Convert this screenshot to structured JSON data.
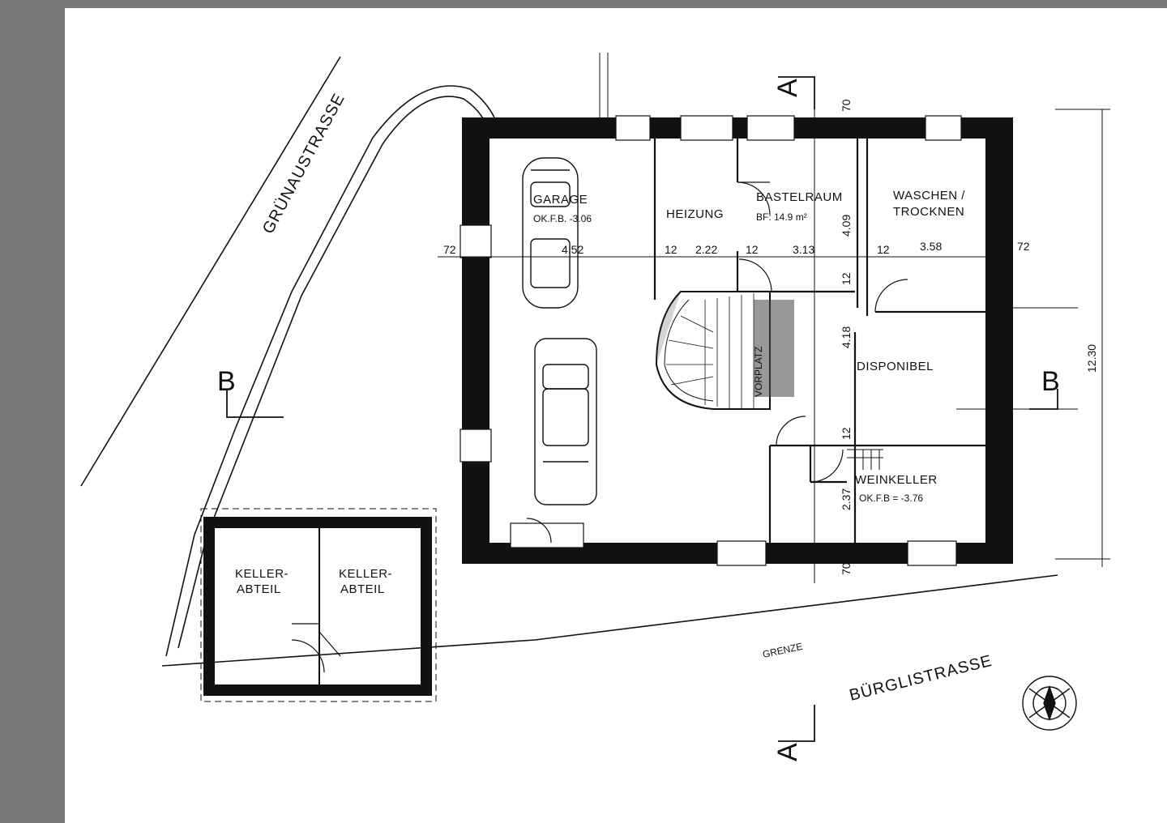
{
  "colors": {
    "background": "#7a7a7a",
    "paper": "#ffffff",
    "ink": "#111111"
  },
  "streets": {
    "north": "GRÜNAUSTRASSE",
    "south": "BÜRGLISTRASSE",
    "boundary": "GRENZE"
  },
  "sections": {
    "a_top": "A",
    "a_bottom": "A",
    "b_left": "B",
    "b_right": "B"
  },
  "rooms": {
    "garage": {
      "name": "GARAGE",
      "level": "OK.F.B. -3.06"
    },
    "heizung": {
      "name": "HEIZUNG"
    },
    "bastelraum": {
      "name": "BASTELRAUM",
      "area": "BF: 14.9 m²"
    },
    "waschen_line1": "WASCHEN /",
    "waschen_line2": "TROCKNEN",
    "disponibel": "DISPONIBEL",
    "weinkeller": {
      "name": "WEINKELLER",
      "level": "OK.F.B = -3.76"
    },
    "keller1_line1": "KELLER-",
    "keller1_line2": "ABTEIL",
    "keller2_line1": "KELLER-",
    "keller2_line2": "ABTEIL",
    "vorplatz": "VORPLATZ"
  },
  "dimensions": {
    "horizontal": [
      "72",
      "4.52",
      "12",
      "2.22",
      "12",
      "3.13",
      "12",
      "3.58",
      "72"
    ],
    "vertical": [
      "70",
      "4.09",
      "12",
      "4.18",
      "12",
      "2.37",
      "70"
    ],
    "overall": "12.30"
  },
  "compass_icon": "compass-rose-icon"
}
